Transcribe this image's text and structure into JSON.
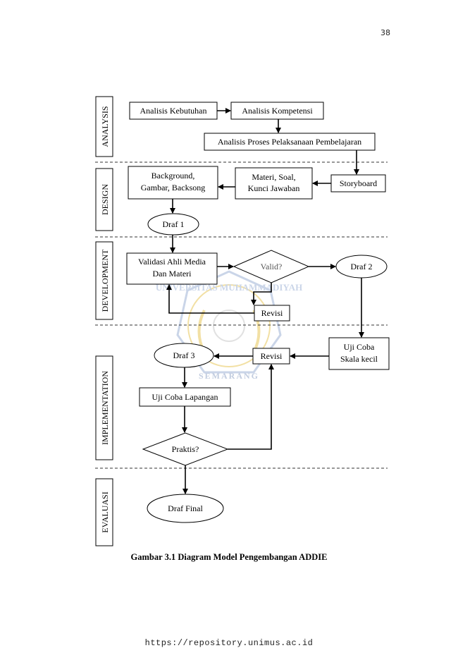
{
  "page_number": "38",
  "phases": {
    "analysis": "ANALYSIS",
    "design": "DESIGN",
    "development": "DEVELOPMENT",
    "implementation": "IMPLEMENTATION",
    "evaluation": "EVALUASI"
  },
  "nodes": {
    "analisis_kebutuhan": "Analisis Kebutuhan",
    "analisis_kompetensi": "Analisis Kompetensi",
    "analisis_proses": "Analisis Proses Pelaksanaan Pembelajaran",
    "storyboard": "Storyboard",
    "materi_line1": "Materi, Soal,",
    "materi_line2": "Kunci Jawaban",
    "background_line1": "Background,",
    "background_line2": "Gambar, Backsong",
    "draf1": "Draf 1",
    "validasi_line1": "Validasi Ahli Media",
    "validasi_line2": "Dan Materi",
    "valid": "Valid?",
    "draf2": "Draf 2",
    "revisi_top": "Revisi",
    "uji_coba_kecil_line1": "Uji Coba",
    "uji_coba_kecil_line2": "Skala kecil",
    "revisi_bottom": "Revisi",
    "draf3": "Draf 3",
    "uji_coba_lapangan": "Uji Coba Lapangan",
    "praktis": "Praktis?",
    "draf_final": "Draf Final"
  },
  "watermark": {
    "top_text": "UNIVERSITAS MUHAMMADIYAH",
    "bottom_text": "SEMARANG",
    "color": "#e8c75a",
    "ring_color": "#9fb3d6"
  },
  "caption": "Gambar 3.1 Diagram Model Pengembangan ADDIE",
  "footer_url": "https://repository.unimus.ac.id"
}
